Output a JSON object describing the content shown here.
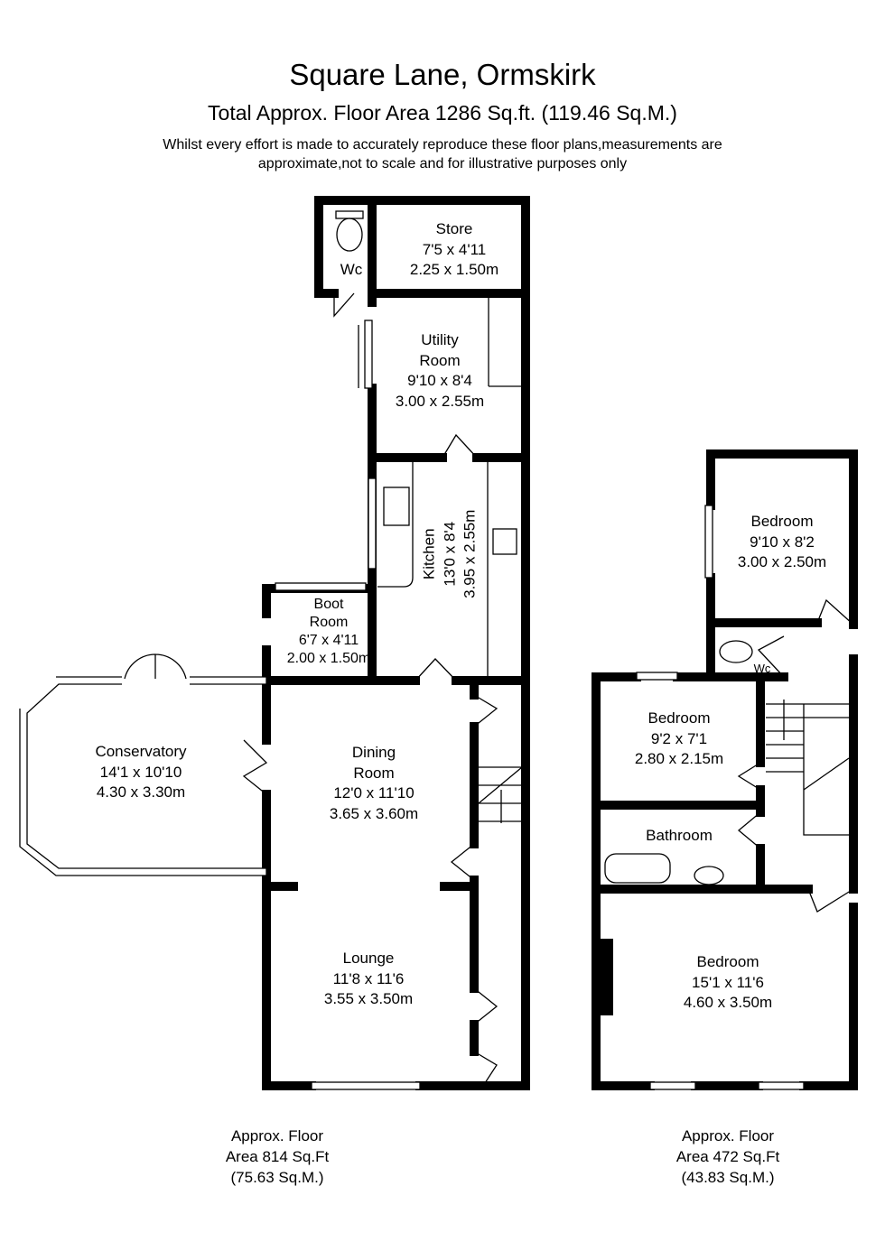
{
  "header": {
    "title": "Square Lane, Ormskirk",
    "total_area": "Total Approx. Floor Area 1286 Sq.ft. (119.46 Sq.M.)",
    "disclaimer_line1": "Whilst every effort is made to accurately reproduce these floor plans,measurements are",
    "disclaimer_line2": "approximate,not to scale and for illustrative purposes only"
  },
  "ground_floor": {
    "rooms": [
      {
        "name": "Wc"
      },
      {
        "name": "Store",
        "imperial": "7'5 x 4'11",
        "metric": "2.25 x 1.50m"
      },
      {
        "name": "Utility",
        "name2": "Room",
        "imperial": "9'10 x 8'4",
        "metric": "3.00 x 2.55m"
      },
      {
        "name": "Kitchen",
        "imperial": "13'0 x 8'4",
        "metric": "3.95 x 2.55m"
      },
      {
        "name": "Boot",
        "name2": "Room",
        "imperial": "6'7 x 4'11",
        "metric": "2.00 x 1.50m"
      },
      {
        "name": "Conservatory",
        "imperial": "14'1 x 10'10",
        "metric": "4.30 x 3.30m"
      },
      {
        "name": "Dining",
        "name2": "Room",
        "imperial": "12'0 x 11'10",
        "metric": "3.65 x 3.60m"
      },
      {
        "name": "Lounge",
        "imperial": "11'8 x 11'6",
        "metric": "3.55 x 3.50m"
      }
    ],
    "area_line1": "Approx. Floor",
    "area_line2": "Area 814 Sq.Ft",
    "area_line3": "(75.63 Sq.M.)"
  },
  "first_floor": {
    "rooms": [
      {
        "name": "Bedroom",
        "imperial": "9'10 x 8'2",
        "metric": "3.00 x 2.50m"
      },
      {
        "name": "Wc"
      },
      {
        "name": "Bedroom",
        "imperial": "9'2 x 7'1",
        "metric": "2.80 x 2.15m"
      },
      {
        "name": "Bathroom"
      },
      {
        "name": "Bedroom",
        "imperial": "15'1 x 11'6",
        "metric": "4.60 x 3.50m"
      }
    ],
    "area_line1": "Approx. Floor",
    "area_line2": "Area 472 Sq.Ft",
    "area_line3": "(43.83 Sq.M.)"
  }
}
